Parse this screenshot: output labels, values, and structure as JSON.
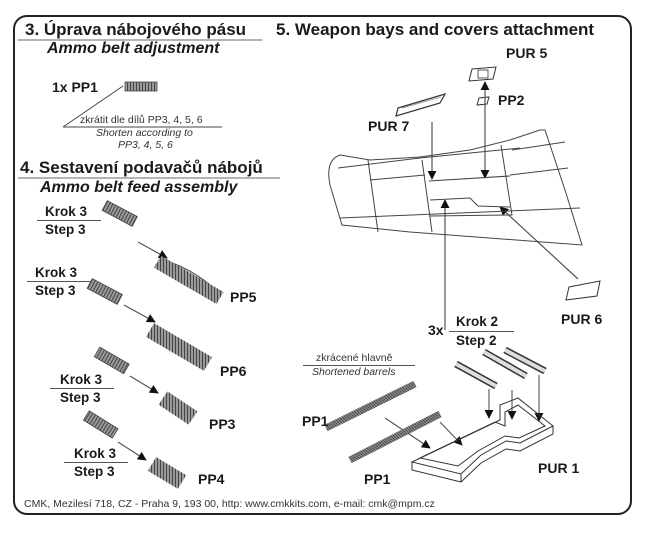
{
  "section3": {
    "title_cz": "3. Úprava nábojového pásu",
    "title_en": "Ammo belt adjustment",
    "part_label": "1x PP1",
    "note_cz": "zkrátit dle dílů PP3, 4, 5, 6",
    "note_en_line1": "Shorten according to",
    "note_en_line2": "PP3, 4, 5, 6"
  },
  "section4": {
    "title_cz": "4. Sestavení podavačů nábojů",
    "title_en": "Ammo belt feed assembly",
    "steps": [
      {
        "krok": "Krok 3",
        "step": "Step 3",
        "part": "PP5"
      },
      {
        "krok": "Krok 3",
        "step": "Step 3",
        "part": "PP6"
      },
      {
        "krok": "Krok 3",
        "step": "Step 3",
        "part": "PP3"
      },
      {
        "krok": "Krok 3",
        "step": "Step 3",
        "part": "PP4"
      }
    ]
  },
  "section5": {
    "title": "5. Weapon bays and covers attachment",
    "labels": {
      "pur5": "PUR 5",
      "pp2": "PP2",
      "pur7": "PUR 7",
      "pur6": "PUR 6",
      "pur1": "PUR 1",
      "pp1_a": "PP1",
      "pp1_b": "PP1"
    },
    "step2": {
      "count": "3x",
      "krok": "Krok 2",
      "step": "Step 2"
    },
    "barrels_cz": "zkrácené hlavně",
    "barrels_en": "Shortened barrels"
  },
  "footer": "CMK, Mezilesí 718, CZ - Praha 9, 193 00,  http: www.cmkkits.com, e-mail: cmk@mpm.cz",
  "colors": {
    "line": "#222222",
    "part_fill": "#8a8a8a",
    "text": "#1a1a1a"
  }
}
